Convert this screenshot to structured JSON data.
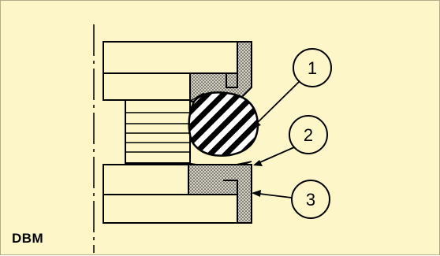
{
  "figure": {
    "source_tag": "DBM",
    "callouts": [
      {
        "label": "1"
      },
      {
        "label": "2"
      },
      {
        "label": "3"
      }
    ],
    "colors": {
      "background": "#fdf6c8",
      "line": "#000000",
      "stipple": "#c8c8c8"
    }
  }
}
